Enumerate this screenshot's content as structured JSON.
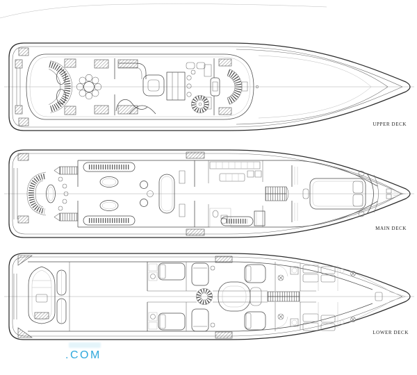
{
  "decks": [
    {
      "id": "upper-deck",
      "label": "UPPER DECK"
    },
    {
      "id": "main-deck",
      "label": "MAIN DECK"
    },
    {
      "id": "lower-deck",
      "label": "LOWER DECK"
    }
  ],
  "watermark": {
    "text": ".COM"
  },
  "theme": {
    "bg": "#ffffff",
    "line": "#2b2b2b",
    "line-faint": "#bcbcbc",
    "label": "#1b1b1b",
    "watermark": "#2fa8dc"
  }
}
